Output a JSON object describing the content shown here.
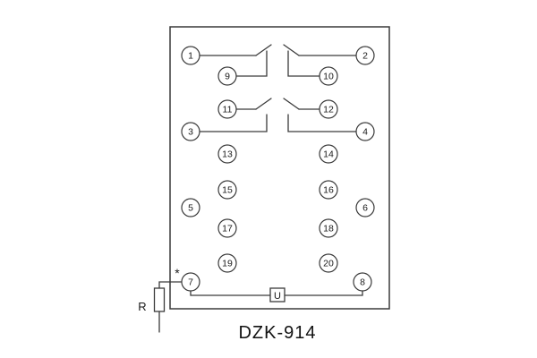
{
  "title": "DZK-914",
  "labels": {
    "resistor": "R",
    "voltage_element": "U",
    "polarity_mark": "*"
  },
  "terminals": {
    "t1": "1",
    "t2": "2",
    "t3": "3",
    "t4": "4",
    "t5": "5",
    "t6": "6",
    "t7": "7",
    "t8": "8",
    "t9": "9",
    "t10": "10",
    "t11": "11",
    "t12": "12",
    "t13": "13",
    "t14": "14",
    "t15": "15",
    "t16": "16",
    "t17": "17",
    "t18": "18",
    "t19": "19",
    "t20": "20"
  }
}
